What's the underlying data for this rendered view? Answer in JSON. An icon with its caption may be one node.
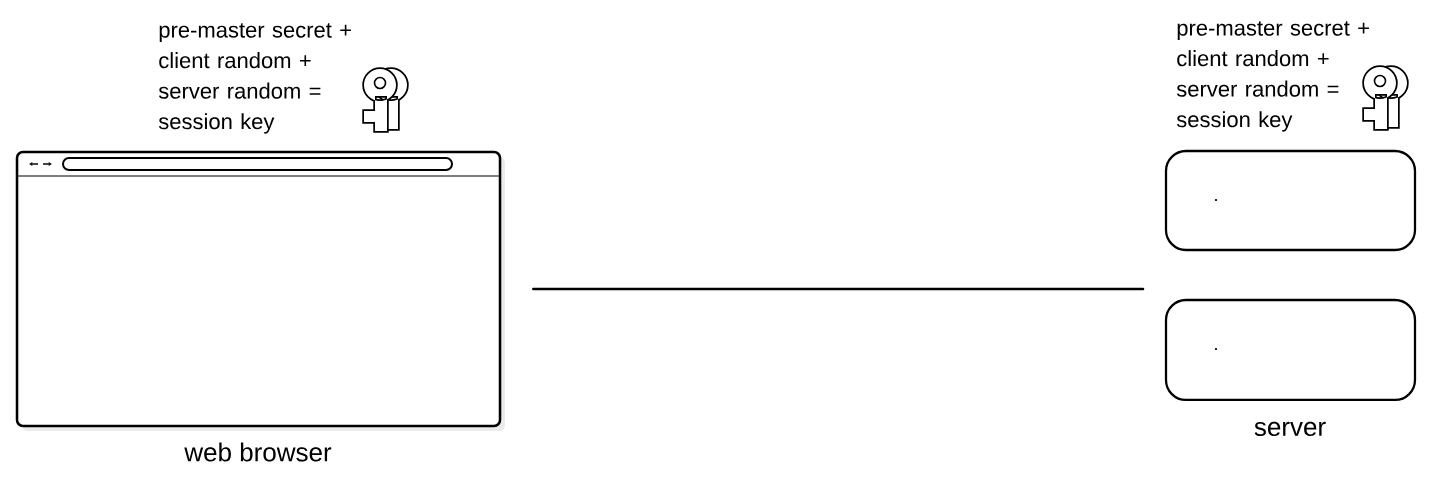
{
  "diagram": {
    "nodes": [
      {
        "text": [
          "web browser"
        ],
        "beside": [
          "pre-master secret + client random + server random = session key"
        ]
      },
      {
        "text": [
          "server"
        ],
        "beside": [
          "pre-master secret + client random + server random = session key"
        ]
      }
    ],
    "edges": [
      {
        "from": 0,
        "to": 1,
        "arrow": "none"
      }
    ]
  }
}
